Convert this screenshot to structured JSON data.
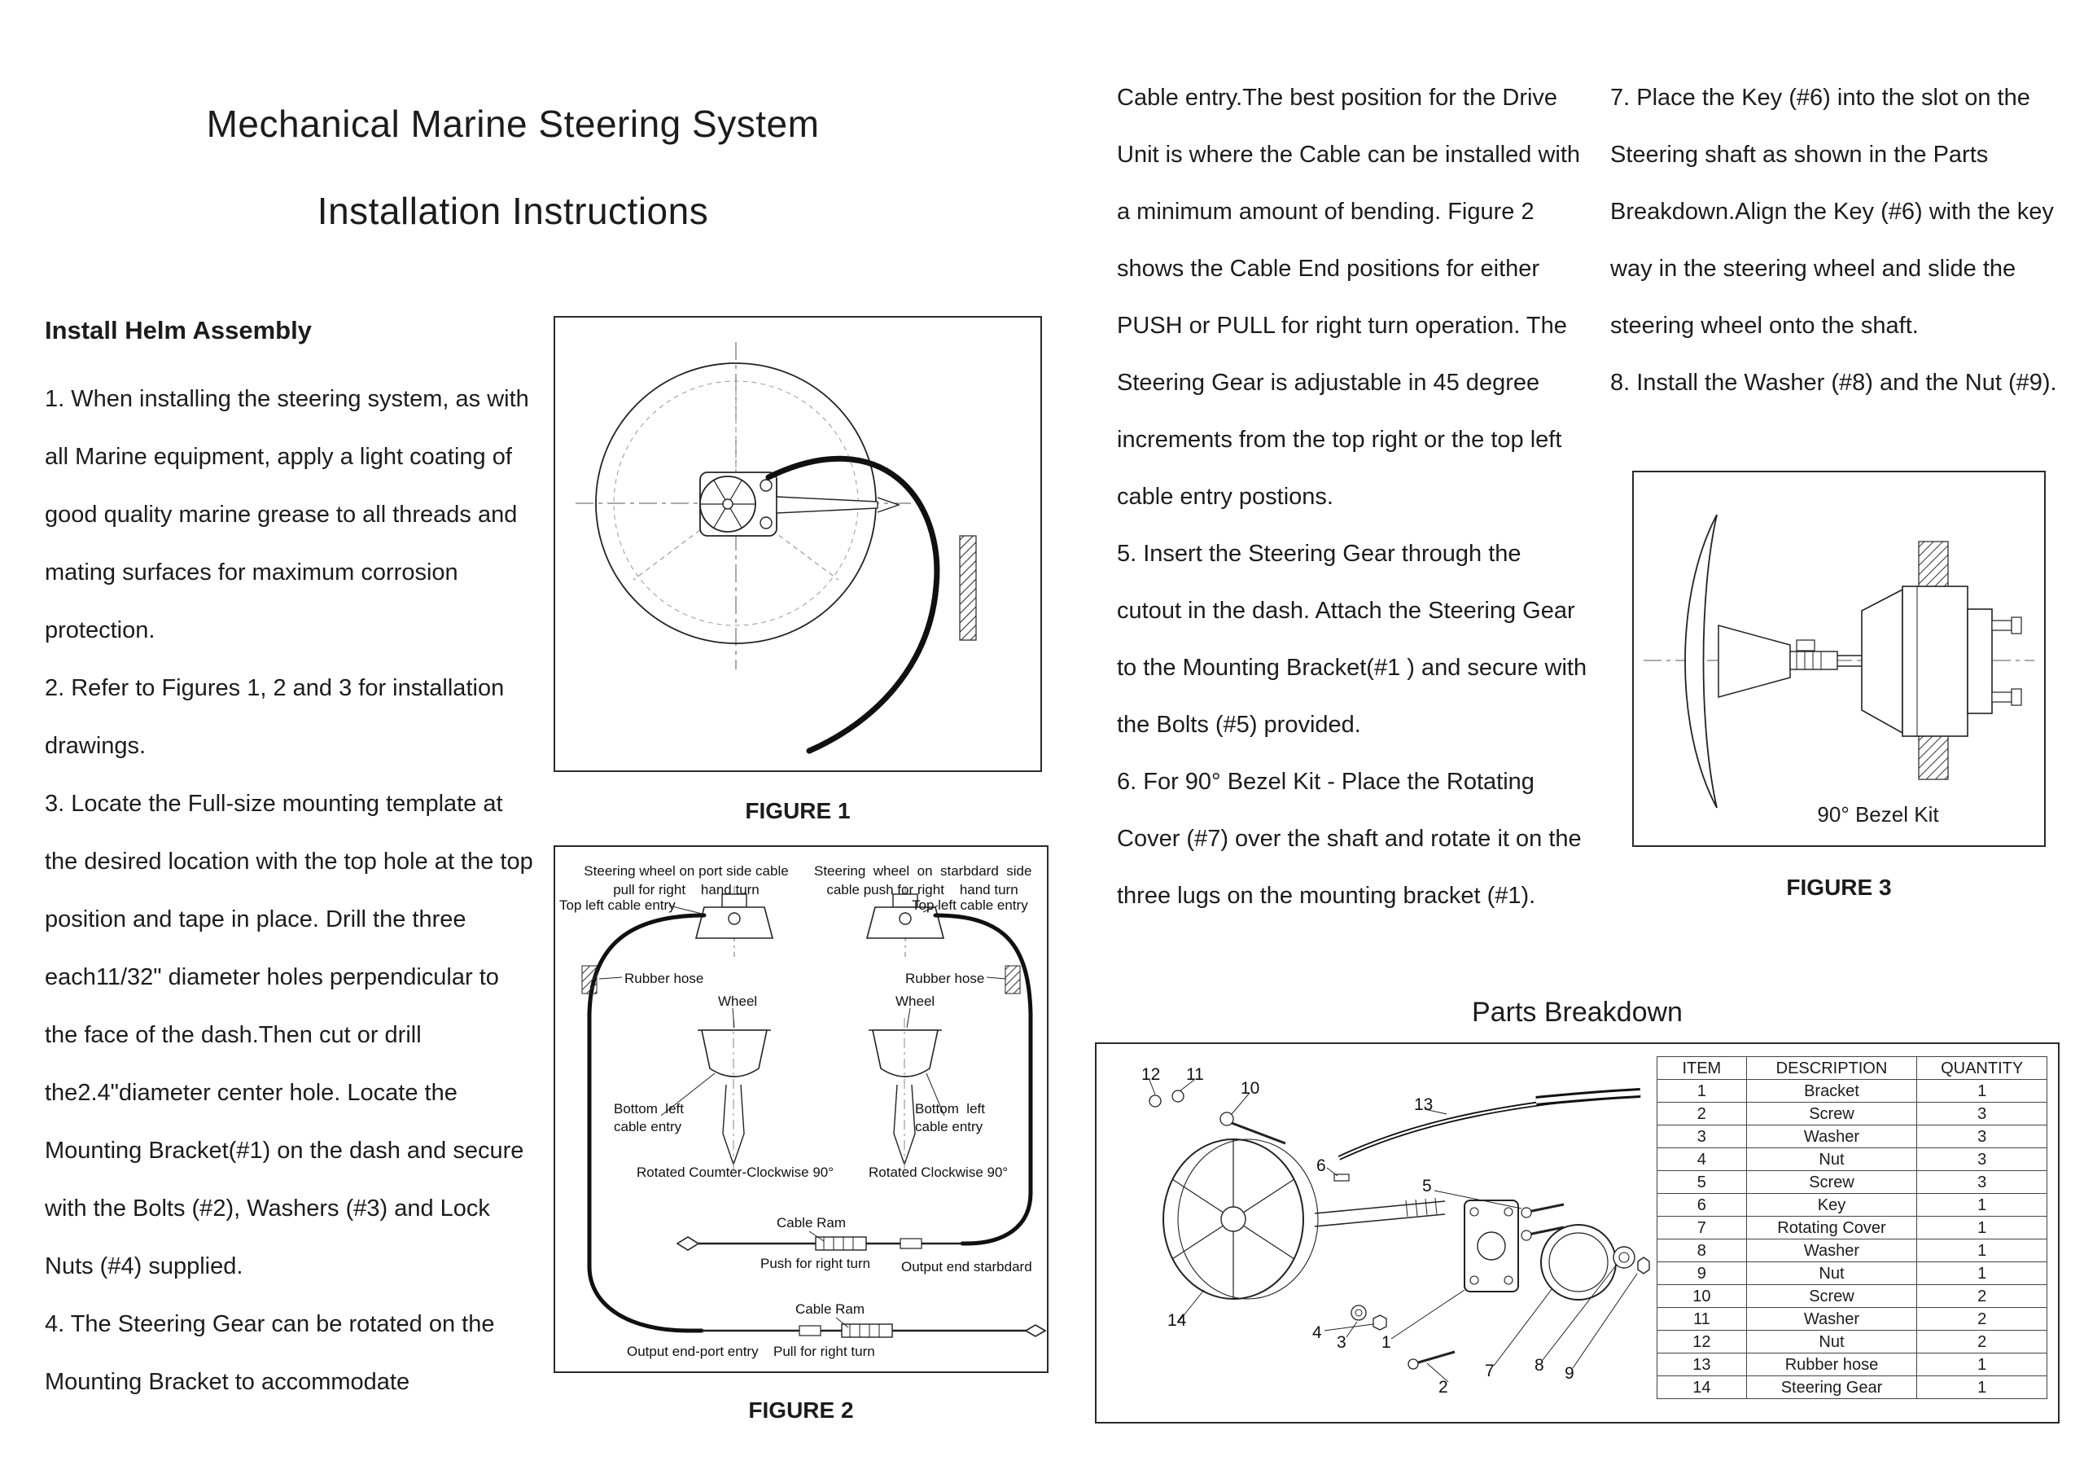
{
  "title": {
    "line1": "Mechanical Marine Steering System",
    "line2": "Installation Instructions"
  },
  "left_column": {
    "heading": "Install Helm Assembly",
    "paragraphs": [
      "1.  When installing the steering system, as with all Marine equipment, apply a light coating of good quality marine grease to all threads and mating surfaces for maximum corrosion protection.",
      "2. Refer to Figures 1, 2 and 3 for installation drawings.",
      "3. Locate the Full-size mounting template at the desired location with the top hole at the top position and tape in place. Drill the three each11/32\" diameter holes perpendicular to the face of the dash.Then cut or drill the2.4\"diameter center hole. Locate the Mounting Bracket(#1) on the dash and secure with the Bolts (#2), Washers (#3) and Lock Nuts (#4) supplied.",
      "4. The Steering Gear can be rotated on the Mounting Bracket to accommodate"
    ]
  },
  "middle_column": {
    "paragraphs": [
      "Cable entry.The best position for the Drive Unit is where the Cable can be installed with a minimum amount of bending. Figure 2 shows the Cable End positions for either PUSH or PULL for right turn operation. The Steering Gear is adjustable in 45 degree increments from the top right or the top left cable entry postions.",
      "5. Insert the Steering Gear through the cutout in the dash. Attach the Steering Gear to the Mounting Bracket(#1 ) and secure with the Bolts (#5) provided.",
      "6. For 90°  Bezel Kit - Place the Rotating Cover (#7) over the shaft and rotate it on the three lugs on the mounting bracket (#1)."
    ]
  },
  "right_column": {
    "paragraphs": [
      "7. Place the Key (#6) into the slot on the Steering shaft as shown in the Parts Breakdown.Align the Key (#6) with the key way in the steering wheel and slide the steering wheel onto the shaft.",
      "8. Install the Washer (#8) and the Nut (#9)."
    ]
  },
  "figure1": {
    "caption": "FIGURE 1"
  },
  "figure2": {
    "caption": "FIGURE 2",
    "port_title_line1": "Steering wheel on port side cable",
    "port_title_line2": "pull for right    hand turn",
    "stbd_title_line1": "Steering  wheel  on  starbdard  side",
    "stbd_title_line2": "cable push for right    hand turn",
    "top_left_cable_entry": "Top left cable entry",
    "rubber_hose": "Rubber hose",
    "wheel": "Wheel",
    "bottom_left_line1": "Bottom  left",
    "bottom_left_line2": "cable entry",
    "rotated_ccw": "Rotated Coumter-Clockwise 90°",
    "rotated_cw": "Rotated Clockwise 90°",
    "cable_ram": "Cable Ram",
    "push_for_right_turn": "Push for right turn",
    "output_end_starboard": "Output end starbdard",
    "output_end_port": "Output end-port entry",
    "pull_for_right_turn": "Pull for right turn"
  },
  "figure3": {
    "caption": "FIGURE 3",
    "bezel_label": "90° Bezel Kit"
  },
  "parts": {
    "heading": "Parts Breakdown",
    "callouts": [
      "12",
      "11",
      "10",
      "13",
      "6",
      "5",
      "14",
      "4",
      "3",
      "1",
      "2",
      "7",
      "8",
      "9"
    ],
    "table": {
      "headers": [
        "ITEM",
        "DESCRIPTION",
        "QUANTITY"
      ],
      "rows": [
        {
          "item": "1",
          "description": "Bracket",
          "quantity": "1"
        },
        {
          "item": "2",
          "description": "Screw",
          "quantity": "3"
        },
        {
          "item": "3",
          "description": "Washer",
          "quantity": "3"
        },
        {
          "item": "4",
          "description": "Nut",
          "quantity": "3"
        },
        {
          "item": "5",
          "description": "Screw",
          "quantity": "3"
        },
        {
          "item": "6",
          "description": "Key",
          "quantity": "1"
        },
        {
          "item": "7",
          "description": "Rotating Cover",
          "quantity": "1"
        },
        {
          "item": "8",
          "description": "Washer",
          "quantity": "1"
        },
        {
          "item": "9",
          "description": "Nut",
          "quantity": "1"
        },
        {
          "item": "10",
          "description": "Screw",
          "quantity": "2"
        },
        {
          "item": "11",
          "description": "Washer",
          "quantity": "2"
        },
        {
          "item": "12",
          "description": "Nut",
          "quantity": "2"
        },
        {
          "item": "13",
          "description": "Rubber hose",
          "quantity": "1"
        },
        {
          "item": "14",
          "description": "Steering Gear",
          "quantity": "1"
        }
      ]
    }
  }
}
